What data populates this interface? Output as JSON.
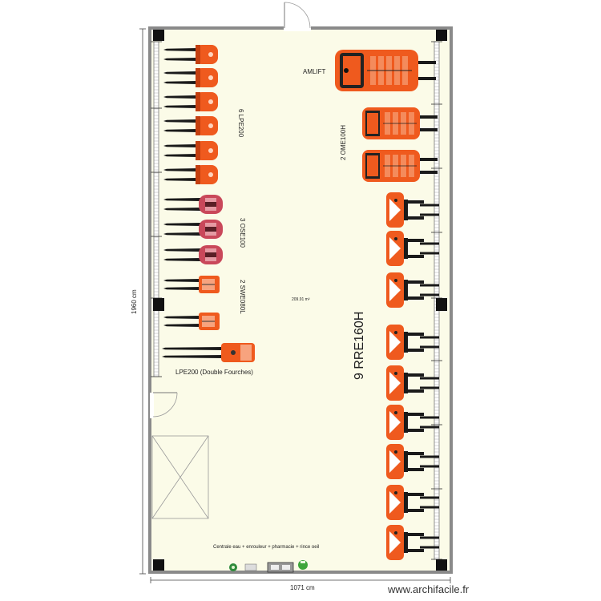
{
  "plan": {
    "dimensions": {
      "width": "1071 cm",
      "height": "1960 cm"
    },
    "room_area": "209.91 m²",
    "labels": {
      "lpe200_group": "6 LPE200",
      "ose100_group": "3 OSE100",
      "swe080l_group": "2 SWE080L",
      "lpe200_double": "LPE200 (Double Fourches)",
      "amlift": "AMLIFT",
      "ome100h_group": "2 OME100H",
      "rre160h_group": "9 RRE160H",
      "utilities": "Centrale eau + enrouleur + pharmacie + rince oeil"
    },
    "watermark": "www.archifacile.fr"
  },
  "colors": {
    "wall": "#8a8a8a",
    "floor": "#fbfbe8",
    "truck_orange": "#ef5a1e",
    "truck_pink": "#c9485a",
    "fork": "#1a1a1a",
    "pillar": "#111111"
  }
}
